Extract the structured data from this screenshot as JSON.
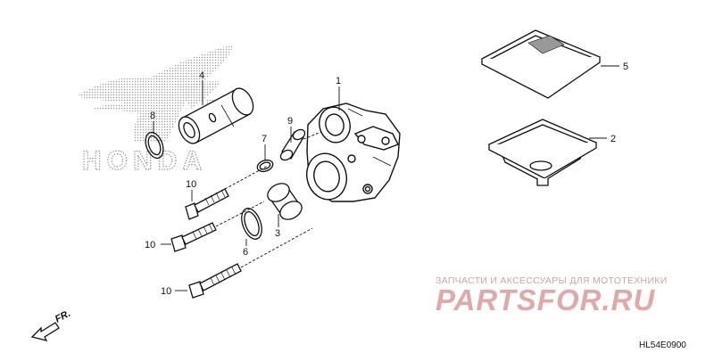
{
  "diagram": {
    "callouts": {
      "p1": "1",
      "p2": "2",
      "p3": "3",
      "p4": "4",
      "p5": "5",
      "p6": "6",
      "p7": "7",
      "p8": "8",
      "p9": "9",
      "p10a": "10",
      "p10b": "10",
      "p10c": "10"
    },
    "front_label": "FR.",
    "diagram_code": "HL54E0900",
    "background_logo": "HONDA"
  },
  "watermark": {
    "tagline": "ЗАПЧАСТИ И АКСЕССУАРЫ ДЛЯ МОТОТЕХНИКИ",
    "logo": "PARTSFOR.RU"
  },
  "colors": {
    "line": "#111111",
    "honda_dots": "#9a9a9a",
    "watermark_red": "#e0a9a9",
    "watermark_text": "#c9a6a6"
  }
}
